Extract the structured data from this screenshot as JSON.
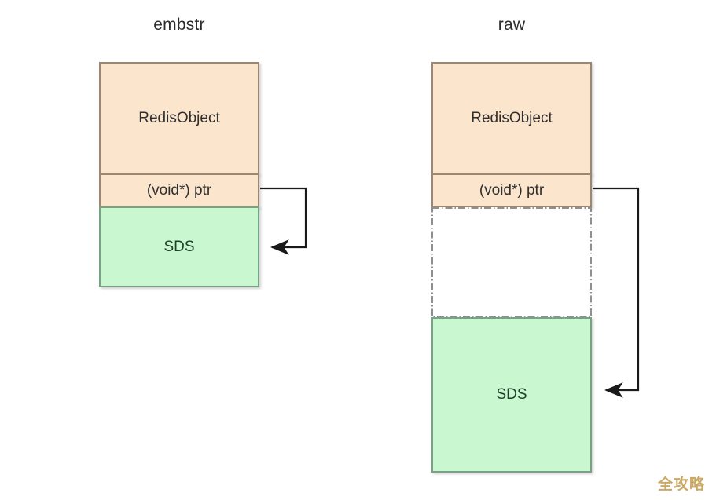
{
  "diagram": {
    "title_left": "embstr",
    "title_right": "raw",
    "colors": {
      "peach_fill": "#FCE5CD",
      "peach_border": "#9C8772",
      "green_fill": "#C9F7CF",
      "green_border": "#78A284",
      "dashdot_border": "#999999",
      "arrow": "#1A1A1A",
      "text": "#2F2F2F",
      "watermark": "#C8A55C"
    },
    "left": {
      "name": "embstr",
      "blocks": [
        {
          "label": "RedisObject",
          "style": "peach"
        },
        {
          "label": "(void*) ptr",
          "style": "peach"
        },
        {
          "label": "SDS",
          "style": "green"
        }
      ],
      "arrow_note": "ptr points to SDS block contiguous within the same allocation"
    },
    "right": {
      "name": "raw",
      "blocks": [
        {
          "label": "RedisObject",
          "style": "peach"
        },
        {
          "label": "(void*) ptr",
          "style": "peach"
        },
        {
          "label": "",
          "style": "dash-dot-empty"
        },
        {
          "label": "SDS",
          "style": "green"
        }
      ],
      "arrow_note": "ptr points to SDS block in a separate allocation"
    }
  },
  "watermark": {
    "text": "全攻略"
  }
}
